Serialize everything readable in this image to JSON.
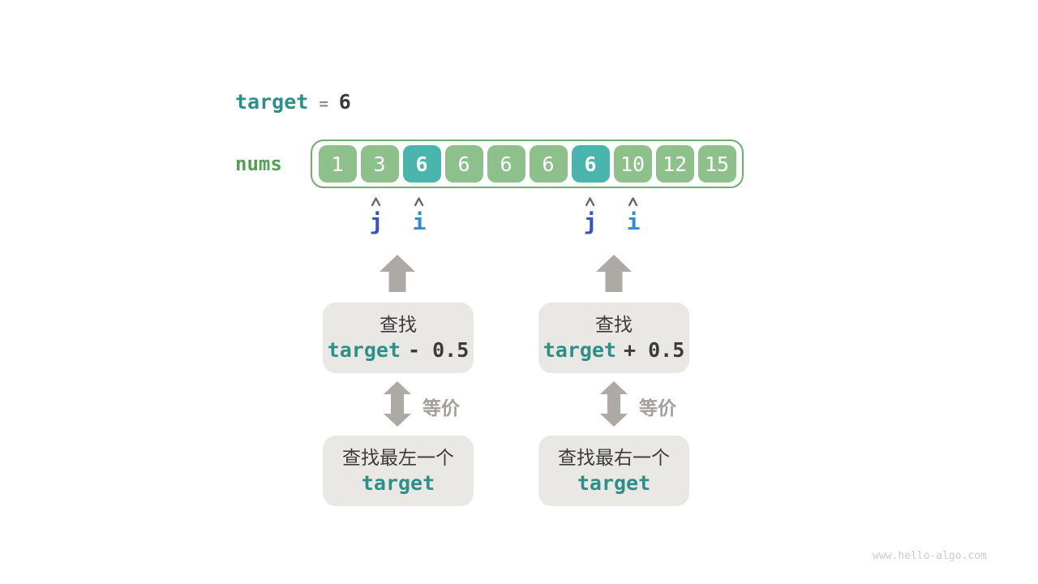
{
  "header": {
    "variable": "target",
    "equals": "=",
    "value": "6"
  },
  "array": {
    "label": "nums",
    "cells": [
      {
        "value": "1",
        "highlighted": false
      },
      {
        "value": "3",
        "highlighted": false
      },
      {
        "value": "6",
        "highlighted": true
      },
      {
        "value": "6",
        "highlighted": false
      },
      {
        "value": "6",
        "highlighted": false
      },
      {
        "value": "6",
        "highlighted": false
      },
      {
        "value": "6",
        "highlighted": true
      },
      {
        "value": "10",
        "highlighted": false
      },
      {
        "value": "12",
        "highlighted": false
      },
      {
        "value": "15",
        "highlighted": false
      }
    ]
  },
  "pointers": [
    {
      "label": "j"
    },
    {
      "label": "i"
    },
    {
      "label": "j"
    },
    {
      "label": "i"
    }
  ],
  "left_flow": {
    "search_box": {
      "line1": "查找",
      "code_var": "target",
      "code_op": "- 0.5"
    },
    "equiv_label": "等价",
    "result_box": {
      "line1": "查找最左一个",
      "code": "target"
    }
  },
  "right_flow": {
    "search_box": {
      "line1": "查找",
      "code_var": "target",
      "code_op": "+ 0.5"
    },
    "equiv_label": "等价",
    "result_box": {
      "line1": "查找最右一个",
      "code": "target"
    }
  },
  "watermark": {
    "text": "www.hello-algo.com"
  },
  "colors": {
    "teal_text": "#2E8F88",
    "nums_label_green": "#55A055",
    "cell_green": "#8DC08B",
    "cell_highlight_teal": "#49B5AC",
    "array_border_green": "#6DB06D",
    "arrow_gray": "#ADAAA5",
    "box_gray": "#E9E8E5",
    "text_dark": "#3B3B3B",
    "pointer_j_blue": "#3A52C4",
    "pointer_i_blue": "#2E8FD9",
    "equiv_label_gray": "#A3A09C",
    "watermark_gray": "#CBCBCB"
  }
}
